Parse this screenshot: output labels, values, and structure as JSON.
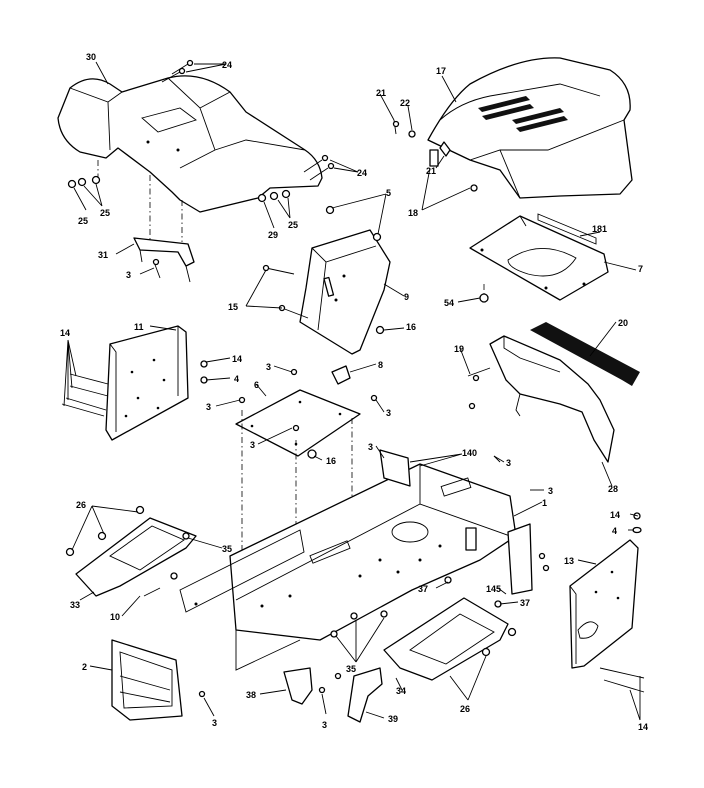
{
  "callouts": [
    {
      "id": "c30",
      "text": "30"
    },
    {
      "id": "c24a",
      "text": "24"
    },
    {
      "id": "c24b",
      "text": "24"
    },
    {
      "id": "c25a",
      "text": "25"
    },
    {
      "id": "c25b",
      "text": "25"
    },
    {
      "id": "c25c",
      "text": "25"
    },
    {
      "id": "c29",
      "text": "29"
    },
    {
      "id": "c31",
      "text": "31"
    },
    {
      "id": "c3a",
      "text": "3"
    },
    {
      "id": "c17",
      "text": "17"
    },
    {
      "id": "c21a",
      "text": "21"
    },
    {
      "id": "c22",
      "text": "22"
    },
    {
      "id": "c21b",
      "text": "21"
    },
    {
      "id": "c18",
      "text": "18"
    },
    {
      "id": "c5",
      "text": "5"
    },
    {
      "id": "c9",
      "text": "9"
    },
    {
      "id": "c15",
      "text": "15"
    },
    {
      "id": "c16a",
      "text": "16"
    },
    {
      "id": "c181",
      "text": "181"
    },
    {
      "id": "c7",
      "text": "7"
    },
    {
      "id": "c54",
      "text": "54"
    },
    {
      "id": "c11",
      "text": "11"
    },
    {
      "id": "c14a",
      "text": "14"
    },
    {
      "id": "c14b",
      "text": "14"
    },
    {
      "id": "c4a",
      "text": "4"
    },
    {
      "id": "c3b",
      "text": "3"
    },
    {
      "id": "c3c",
      "text": "3"
    },
    {
      "id": "c8",
      "text": "8"
    },
    {
      "id": "c6",
      "text": "6"
    },
    {
      "id": "c3d",
      "text": "3"
    },
    {
      "id": "c3e",
      "text": "3"
    },
    {
      "id": "c16b",
      "text": "16"
    },
    {
      "id": "c19",
      "text": "19"
    },
    {
      "id": "c20",
      "text": "20"
    },
    {
      "id": "c3f",
      "text": "3"
    },
    {
      "id": "c140",
      "text": "140"
    },
    {
      "id": "c3g",
      "text": "3"
    },
    {
      "id": "c3h",
      "text": "3"
    },
    {
      "id": "c28",
      "text": "28"
    },
    {
      "id": "c1",
      "text": "1"
    },
    {
      "id": "c26a",
      "text": "26"
    },
    {
      "id": "c35",
      "text": "35"
    },
    {
      "id": "c33",
      "text": "33"
    },
    {
      "id": "c10",
      "text": "10"
    },
    {
      "id": "c14c",
      "text": "14"
    },
    {
      "id": "c4b",
      "text": "4"
    },
    {
      "id": "c13",
      "text": "13"
    },
    {
      "id": "c37a",
      "text": "37"
    },
    {
      "id": "c145",
      "text": "145"
    },
    {
      "id": "c37b",
      "text": "37"
    },
    {
      "id": "c2",
      "text": "2"
    },
    {
      "id": "c3i",
      "text": "3"
    },
    {
      "id": "c38",
      "text": "38"
    },
    {
      "id": "c3j",
      "text": "3"
    },
    {
      "id": "c39",
      "text": "39"
    },
    {
      "id": "c35b",
      "text": "35"
    },
    {
      "id": "c34",
      "text": "34"
    },
    {
      "id": "c26b",
      "text": "26"
    },
    {
      "id": "c14d",
      "text": "14"
    }
  ]
}
